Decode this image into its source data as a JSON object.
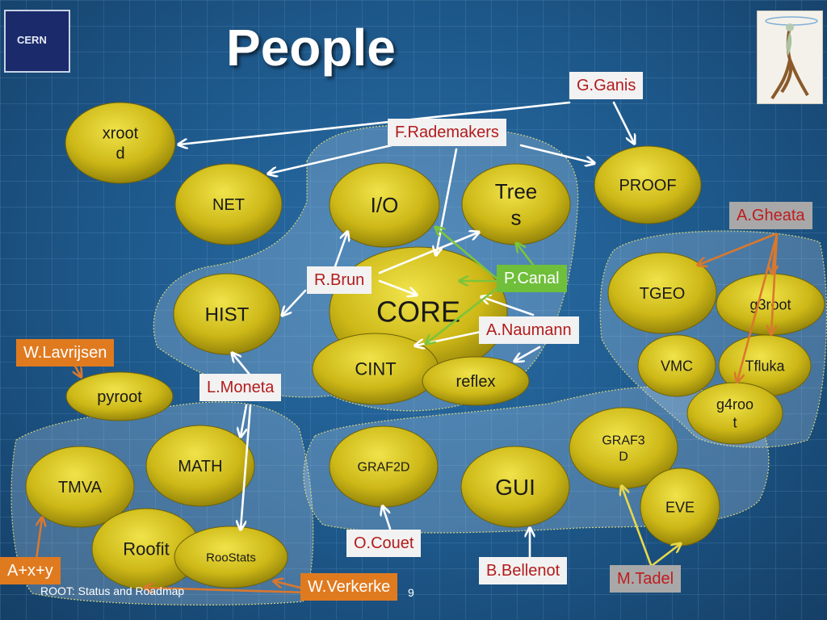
{
  "title": "People",
  "logo": {
    "text": "CERN"
  },
  "footer": "ROOT: Status and Roadmap",
  "page_number": "9",
  "nodes": [
    {
      "id": "xrootd",
      "label": "xroot\nd"
    },
    {
      "id": "net",
      "label": "NET"
    },
    {
      "id": "io",
      "label": "I/O"
    },
    {
      "id": "trees",
      "label": "Tree\ns"
    },
    {
      "id": "proof",
      "label": "PROOF"
    },
    {
      "id": "core",
      "label": "CORE"
    },
    {
      "id": "hist",
      "label": "HIST"
    },
    {
      "id": "cint",
      "label": "CINT"
    },
    {
      "id": "reflex",
      "label": "reflex"
    },
    {
      "id": "pyroot",
      "label": "pyroot"
    },
    {
      "id": "tgeo",
      "label": "TGEO"
    },
    {
      "id": "g3root",
      "label": "g3root"
    },
    {
      "id": "vmc",
      "label": "VMC"
    },
    {
      "id": "tfluka",
      "label": "Tfluka"
    },
    {
      "id": "g4root",
      "label": "g4roo\nt"
    },
    {
      "id": "math",
      "label": "MATH"
    },
    {
      "id": "tmva",
      "label": "TMVA"
    },
    {
      "id": "roofit",
      "label": "Roofit"
    },
    {
      "id": "roostats",
      "label": "RooStats"
    },
    {
      "id": "graf2d",
      "label": "GRAF2D"
    },
    {
      "id": "gui",
      "label": "GUI"
    },
    {
      "id": "graf3d",
      "label": "GRAF3\nD"
    },
    {
      "id": "eve",
      "label": "EVE"
    }
  ],
  "people": [
    {
      "id": "g-ganis",
      "name": "G.Ganis",
      "style": "light"
    },
    {
      "id": "f-rademakers",
      "name": "F.Rademakers",
      "style": "light"
    },
    {
      "id": "a-gheata",
      "name": "A.Gheata",
      "style": "gray"
    },
    {
      "id": "r-brun",
      "name": "R.Brun",
      "style": "light"
    },
    {
      "id": "p-canal",
      "name": "P.Canal",
      "style": "green"
    },
    {
      "id": "a-naumann",
      "name": "A.Naumann",
      "style": "light"
    },
    {
      "id": "w-lavrijsen",
      "name": "W.Lavrijsen",
      "style": "orange"
    },
    {
      "id": "l-moneta",
      "name": "L.Moneta",
      "style": "light"
    },
    {
      "id": "o-couet",
      "name": "O.Couet",
      "style": "light"
    },
    {
      "id": "b-bellenot",
      "name": "B.Bellenot",
      "style": "light"
    },
    {
      "id": "m-tadel",
      "name": "M.Tadel",
      "style": "gray"
    },
    {
      "id": "a-x-y",
      "name": "A+x+y",
      "style": "orange"
    },
    {
      "id": "w-verkerke",
      "name": "W.Verkerke",
      "style": "orange"
    }
  ],
  "colors": {
    "node_fill": "#d4c21a",
    "arrow_white": "#ffffff",
    "arrow_orange": "#d9782d",
    "arrow_green": "#7cc43a",
    "arrow_yellow": "#e8d84a"
  }
}
